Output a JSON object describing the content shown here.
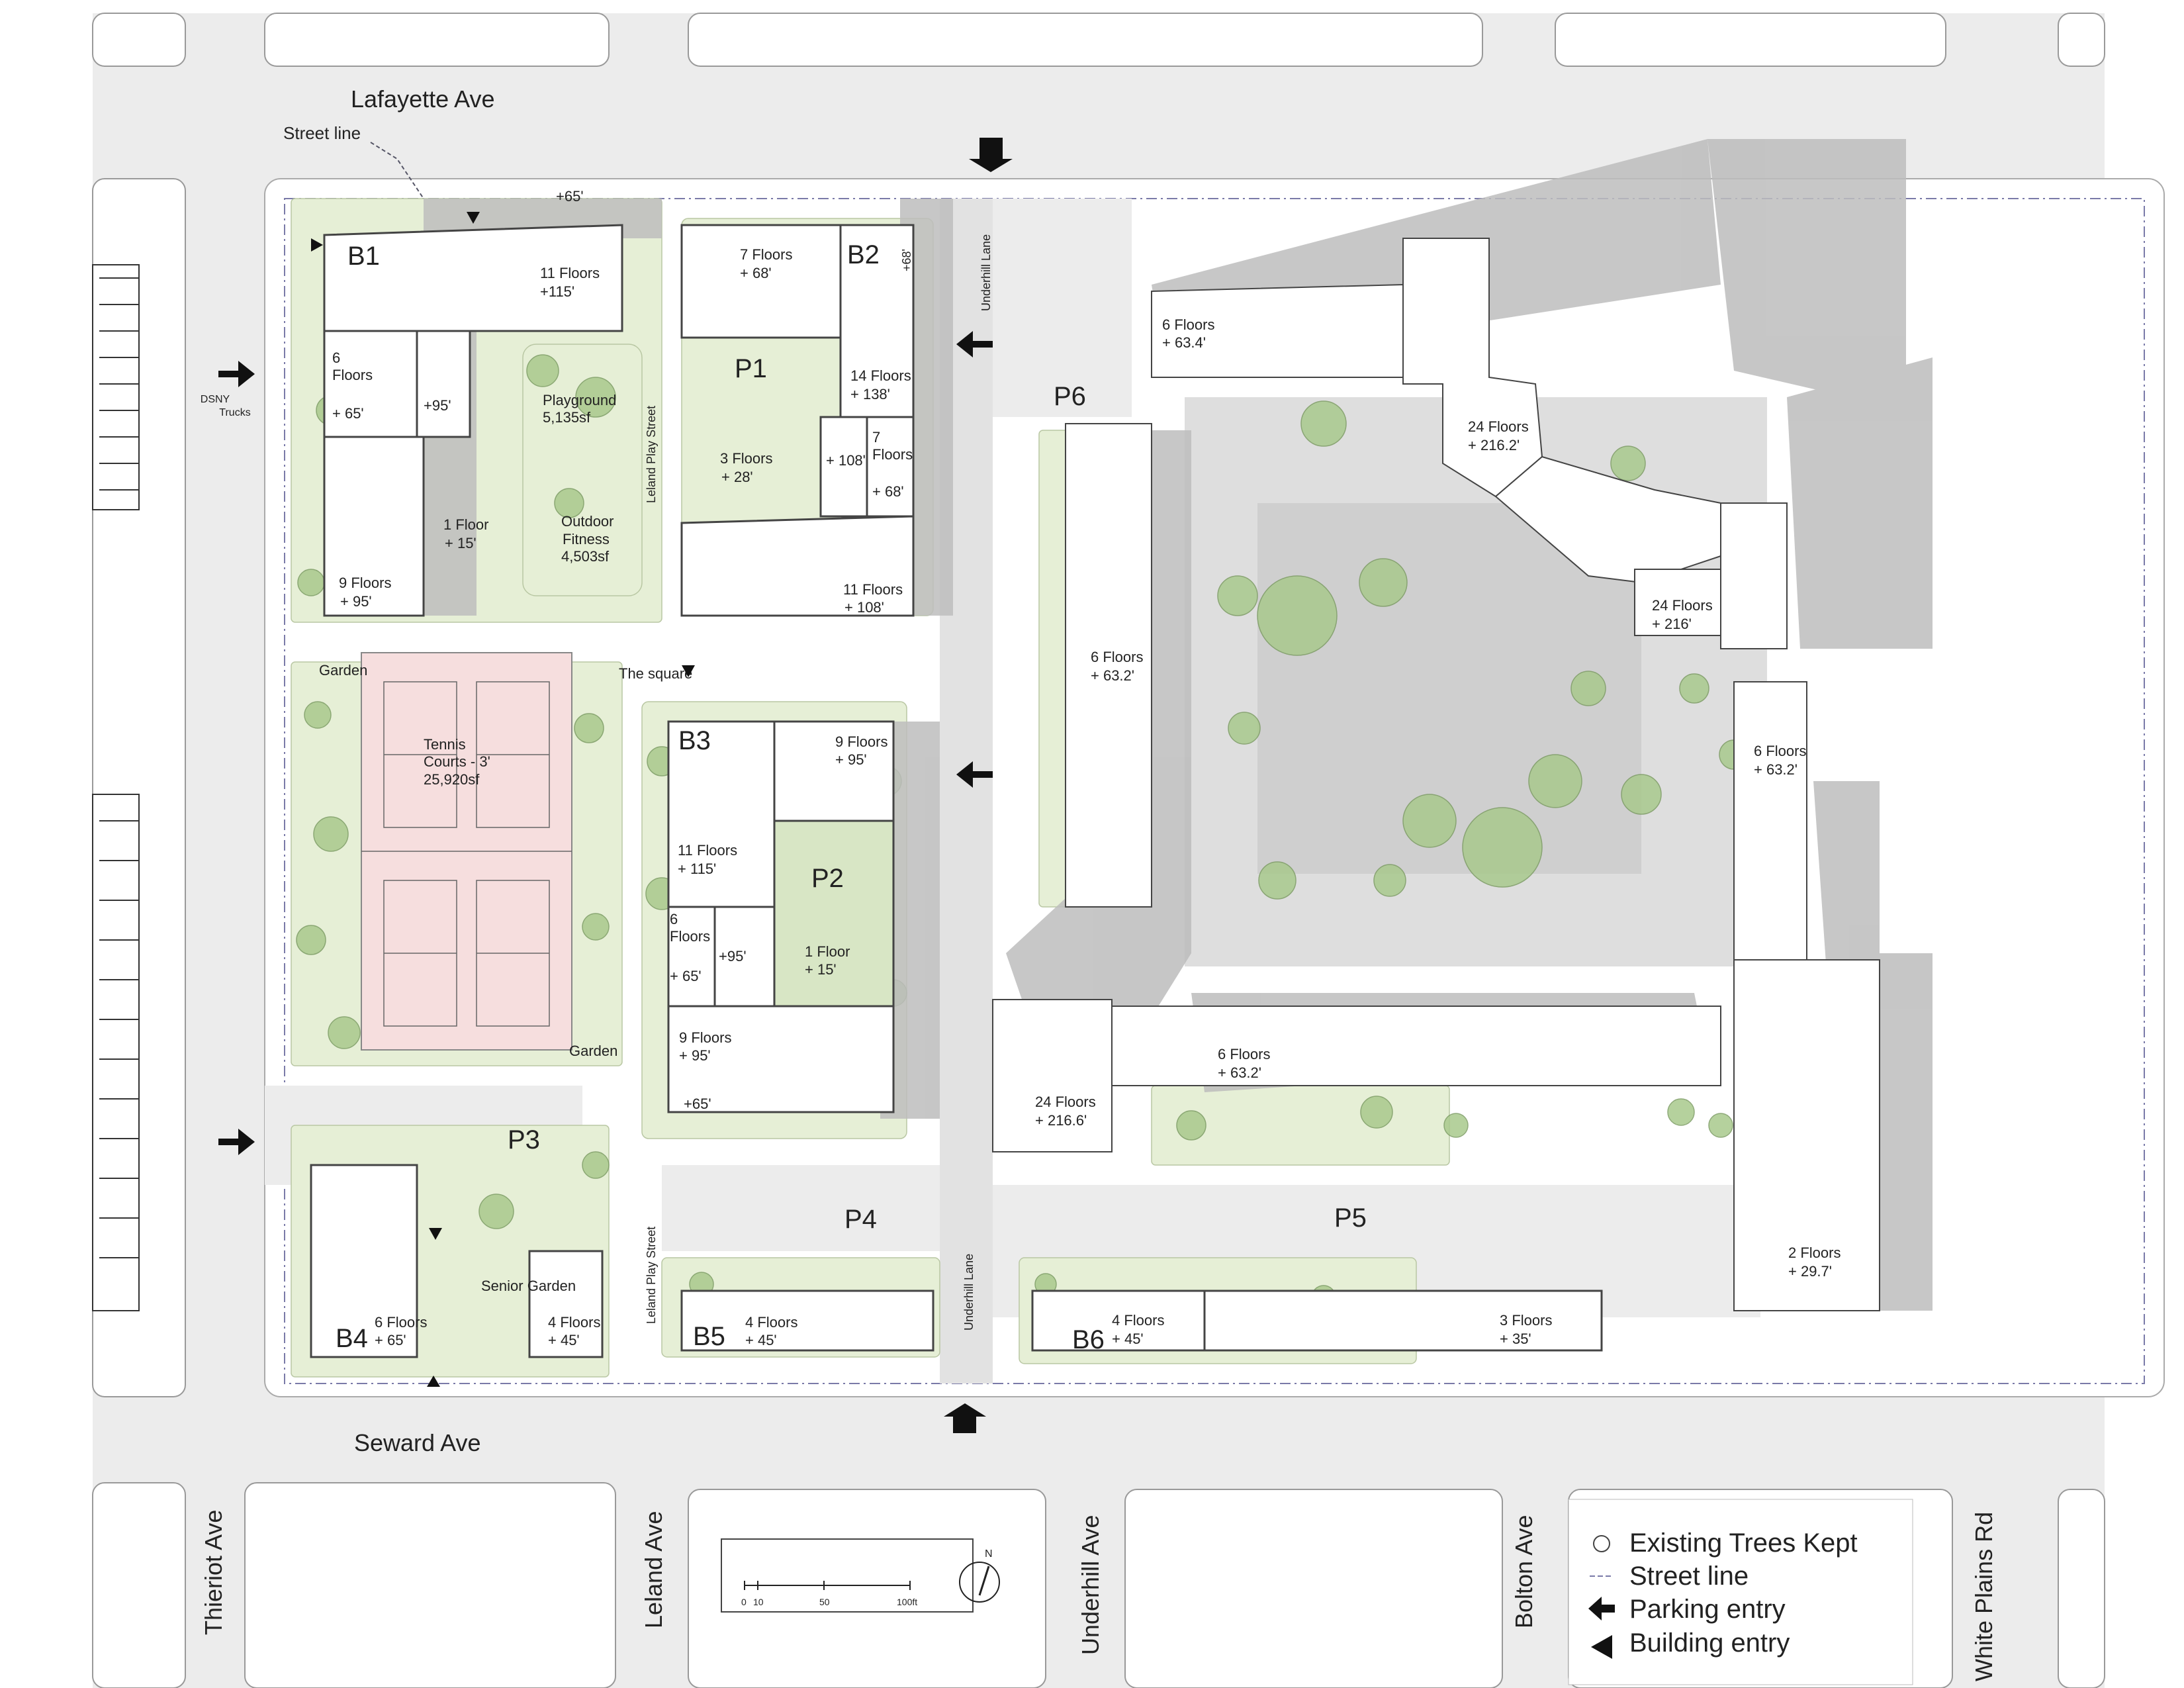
{
  "streets": {
    "lafayette": "Lafayette Ave",
    "seward": "Seward Ave",
    "thieriot": "Thieriot Ave",
    "leland": "Leland Ave",
    "underhill": "Underhill Ave",
    "bolton": "Bolton Ave",
    "white_plains": "White Plains Rd",
    "leland_play_street": "Leland Play Street",
    "underhill_lane": "Underhill Lane"
  },
  "annotations": {
    "street_line": "Street line",
    "dsny": "DSNY",
    "trucks": "Trucks",
    "the_square": "The square",
    "garden": "Garden",
    "senior_garden": "Senior Garden",
    "playground": "Playground",
    "playground_area": "5,135sf",
    "outdoor": "Outdoor",
    "fitness": "Fitness",
    "fitness_area": "4,503sf",
    "tennis": "Tennis",
    "courts": "Courts - 3'",
    "tennis_area": "25,920sf"
  },
  "labels": {
    "b1": "B1",
    "b2": "B2",
    "b3": "B3",
    "b4": "B4",
    "b5": "B5",
    "b6": "B6",
    "p1": "P1",
    "p2": "P2",
    "p3": "P3",
    "p4": "P4",
    "p5": "P5",
    "p6": "P6"
  },
  "heights": {
    "f11": "11 Floors",
    "h115": "+115'",
    "f6": "6",
    "floors": "Floors",
    "h65": "+ 65'",
    "h95": "+95'",
    "f1": "1 Floor",
    "h15": "+ 15'",
    "f9": "9 Floors",
    "h95b": "+ 95'",
    "f7": "7 Floors",
    "h68": "+ 68'",
    "f14": "14 Floors",
    "h138": "+ 138'",
    "f3": "3 Floors",
    "h28": "+ 28'",
    "h108": "+ 108'",
    "f7b": "7",
    "h68b": "+ 68'",
    "f11b": "11 Floors",
    "h108b": "+ 108'",
    "f9b": "9 Floors",
    "h95c": "+ 95'",
    "f11c": "11 Floors",
    "h115b": "+ 115'",
    "f6b": "6",
    "h65b": "+ 65'",
    "h95d": "+95'",
    "f1b": "1 Floor",
    "h15b": "+ 15'",
    "f9c": "9 Floors",
    "h95e": "+ 95'",
    "h65c": "+65'",
    "f6c": "6 Floors",
    "h65d": "+ 65'",
    "f4a": "4 Floors",
    "h45a": "+ 45'",
    "f4b": "4 Floors",
    "h45b": "+ 45'",
    "f4c": "4 Floors",
    "h45c": "+ 45'",
    "f3b": "3 Floors",
    "h35": "+ 35'",
    "e6a": "6 Floors",
    "e634": "+ 63.4'",
    "e24a": "24 Floors",
    "e2162": "+ 216.2'",
    "e24b": "24 Floors",
    "e216": "+ 216'",
    "e6b": "6 Floors",
    "e632a": "+ 63.2'",
    "e6c": "6 Floors",
    "e632b": "+ 63.2'",
    "e6d": "6 Floors",
    "e632c": "+ 63.2'",
    "e24c": "24 Floors",
    "e2166": "+ 216.6'",
    "e2": "2 Floors",
    "e297": "+ 29.7'",
    "plus65top": "+65'",
    "plus68": "+68'"
  },
  "scale": {
    "ticks": [
      "0",
      "10",
      "50",
      "100ft"
    ],
    "north": "N"
  },
  "legend": {
    "trees": "Existing Trees Kept",
    "street_line": "Street line",
    "parking": "Parking entry",
    "building": "Building entry"
  },
  "colors": {
    "street": "#ececec",
    "block": "#ffffff",
    "shadow": "#bdbdbd",
    "green": "#e6efd6",
    "tree": "#a9c98d",
    "tennis": "#f6dede",
    "plaza": "#dcdcdc"
  }
}
